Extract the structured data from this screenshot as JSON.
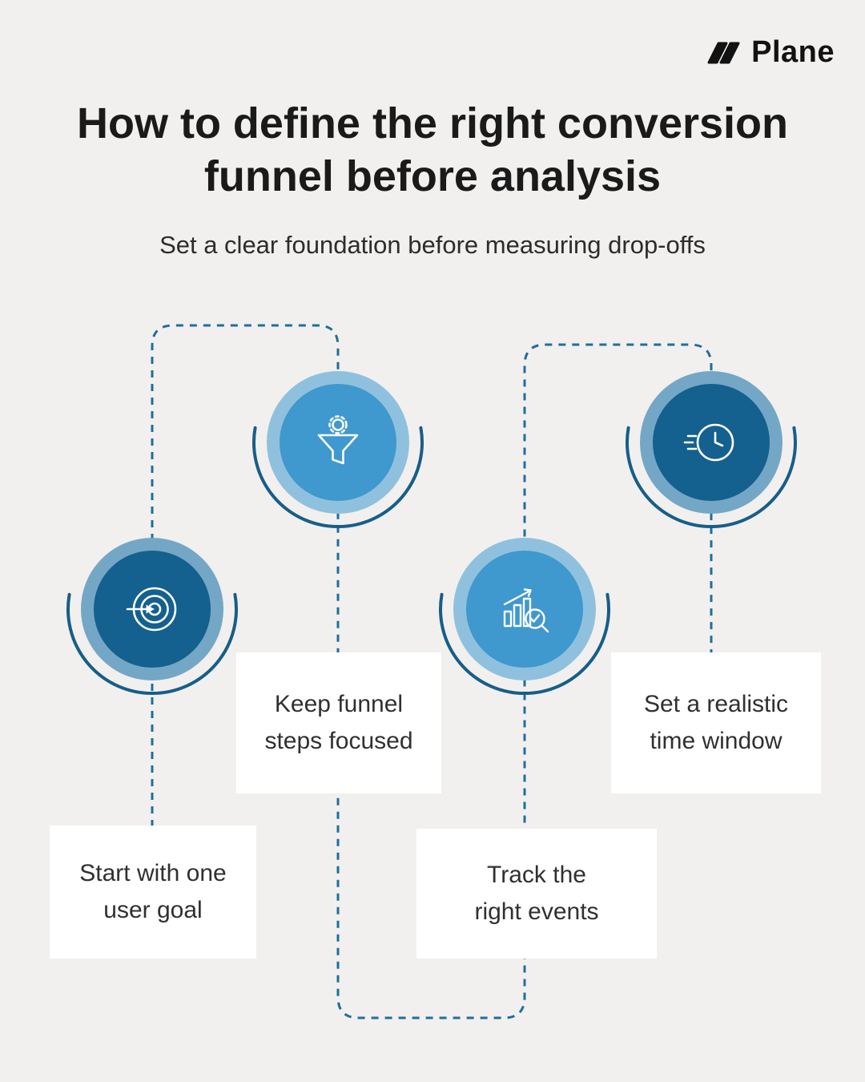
{
  "logo": {
    "brand": "Plane",
    "icon": "plane-logo-icon"
  },
  "header": {
    "title_line1": "How to define the right conversion",
    "title_line2": "funnel before analysis",
    "subtitle": "Set a clear foundation before measuring drop-offs"
  },
  "steps": [
    {
      "icon": "target-arrow-icon",
      "label_line1": "Start with one",
      "label_line2": "user goal"
    },
    {
      "icon": "funnel-gear-icon",
      "label_line1": "Keep funnel",
      "label_line2": "steps focused"
    },
    {
      "icon": "chart-magnifier-icon",
      "label_line1": "Track the",
      "label_line2": "right events"
    },
    {
      "icon": "clock-icon",
      "label_line1": "Set a realistic",
      "label_line2": "time window"
    }
  ],
  "colors": {
    "background": "#f1f0ee",
    "dashed_line": "#1f6e9c",
    "arc_stroke": "#175e89",
    "circle_outer_dark": "#74a7c6",
    "circle_inner_dark": "#14608f",
    "circle_outer_light": "#8fc1de",
    "circle_inner_light": "#3f98ce",
    "card_background": "#ffffff",
    "title_text": "#1a1a1a"
  }
}
